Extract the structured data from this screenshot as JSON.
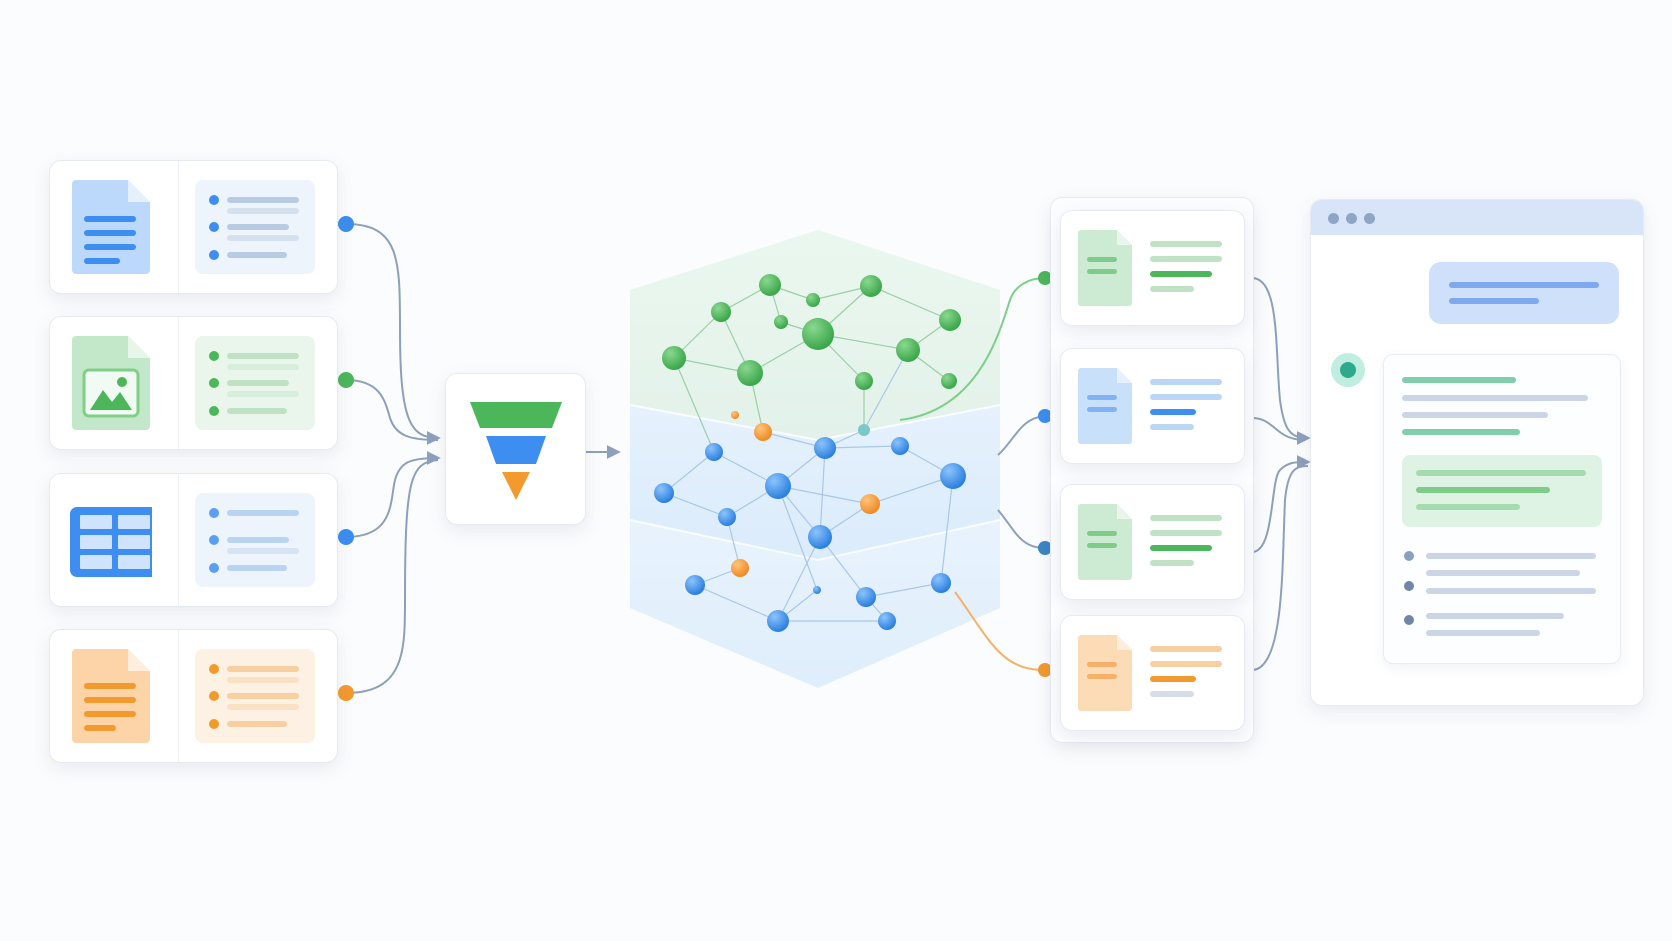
{
  "colors": {
    "blue": "#3d8ef0",
    "green": "#4cb75a",
    "orange": "#f39a2e",
    "connector": "#8da0bb",
    "teal": "#2fa98b"
  },
  "sources": [
    {
      "kind": "text-document",
      "icon": "document-text-icon",
      "color": "#3d8ef0"
    },
    {
      "kind": "image-document",
      "icon": "image-file-icon",
      "color": "#4cb75a"
    },
    {
      "kind": "spreadsheet",
      "icon": "spreadsheet-icon",
      "color": "#3d8ef0"
    },
    {
      "kind": "text-document",
      "icon": "document-text-icon",
      "color": "#f39a2e"
    }
  ],
  "funnel": {
    "icon": "funnel-filter-icon",
    "layers": [
      "#4cb75a",
      "#3d8ef0",
      "#f39a2e"
    ]
  },
  "graph": {
    "icon": "knowledge-graph-icon",
    "layers": [
      "#4cb75a",
      "#3d8ef0",
      "#3d8ef0"
    ]
  },
  "retrieved": [
    {
      "icon": "document-icon",
      "color": "#4cb75a"
    },
    {
      "icon": "document-icon",
      "color": "#3d8ef0"
    },
    {
      "icon": "document-icon",
      "color": "#4cb75a"
    },
    {
      "icon": "document-icon",
      "color": "#f39a2e"
    }
  ],
  "chat": {
    "avatar_icon": "assistant-avatar-icon",
    "window_dots": 3
  }
}
